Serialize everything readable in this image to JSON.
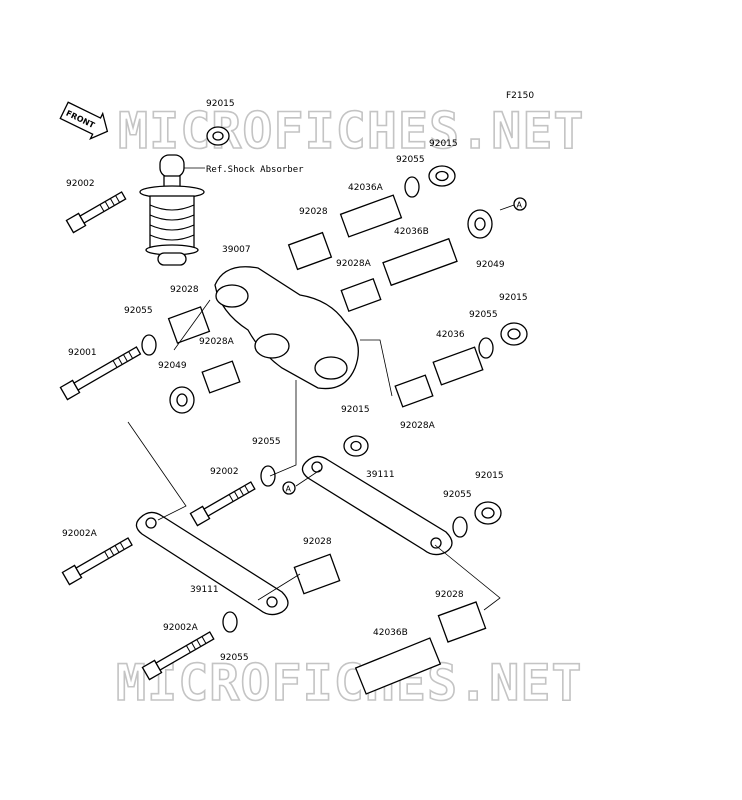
{
  "diagram": {
    "figure_code": "F2150",
    "front_label": "FRONT",
    "ref_note": "Ref.Shock Absorber",
    "watermark_top": "MICROFICHES.NET",
    "watermark_bottom": "MICROFICHES.NET",
    "callout_letter": "A",
    "labels": {
      "p92015_a": "92015",
      "p92015_b": "92015",
      "p92015_c": "92015",
      "p92015_d": "92015",
      "p92015_e": "92015",
      "p92002_a": "92002",
      "p92002_b": "92002",
      "p92055_a": "92055",
      "p92055_b": "92055",
      "p92055_c": "92055",
      "p92055_d": "92055",
      "p92055_e": "92055",
      "p92055_f": "92055",
      "p42036A": "42036A",
      "p42036B_a": "42036B",
      "p42036B_b": "42036B",
      "p42036": "42036",
      "p92028_a": "92028",
      "p92028_b": "92028",
      "p92028_c": "92028",
      "p92028_d": "92028",
      "p92028A_a": "92028A",
      "p92028A_b": "92028A",
      "p92028A_c": "92028A",
      "p92049_a": "92049",
      "p92049_b": "92049",
      "p39007": "39007",
      "p39111_a": "39111",
      "p39111_b": "39111",
      "p92001": "92001",
      "p92002A_a": "92002A",
      "p92002A_b": "92002A"
    }
  }
}
